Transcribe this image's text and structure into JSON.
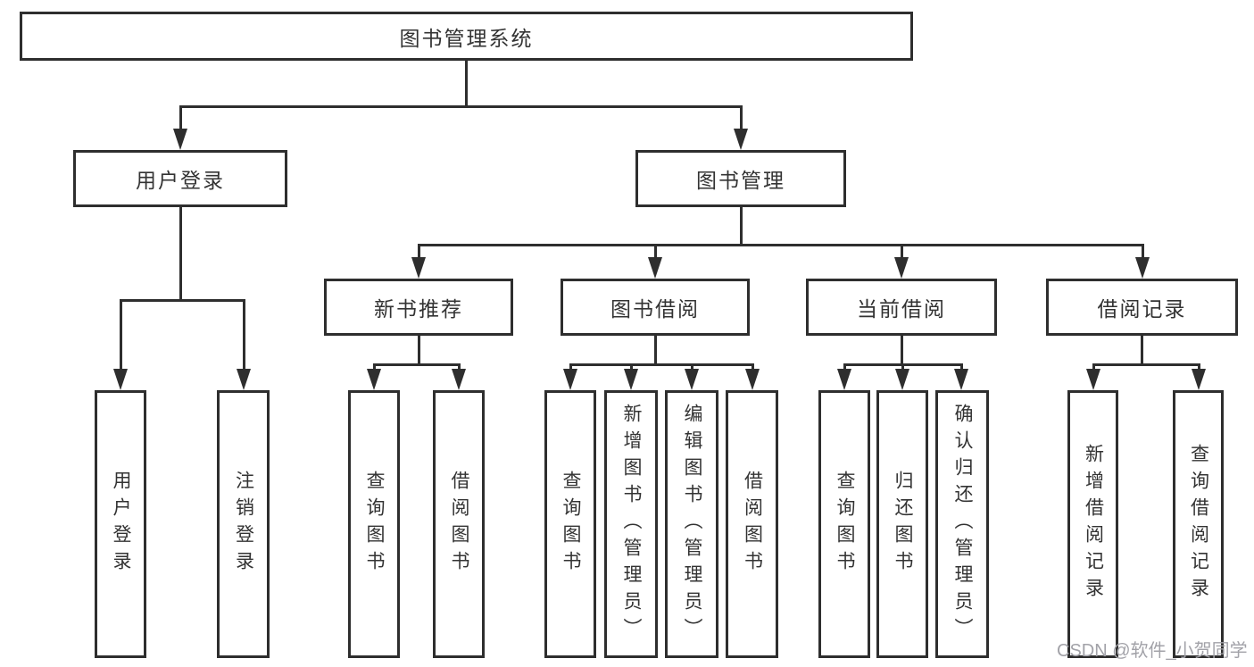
{
  "diagram": {
    "title": "图书管理系统",
    "nodes": {
      "user_login": "用户登录",
      "book_management": "图书管理",
      "new_book_recommend": "新书推荐",
      "book_borrowing": "图书借阅",
      "current_borrowing": "当前借阅",
      "borrow_records": "借阅记录"
    },
    "leaves": {
      "login": "用户登录",
      "logout": "注销登录",
      "rec_query": "查询图书",
      "rec_borrow": "借阅图书",
      "bb_query": "查询图书",
      "bb_add": "新增图书（管理员）",
      "bb_edit": "编辑图书（管理员）",
      "bb_borrow": "借阅图书",
      "cb_query": "查询图书",
      "cb_return": "归还图书",
      "cb_confirm": "确认归还（管理员）",
      "br_add": "新增借阅记录",
      "br_query": "查询借阅记录"
    },
    "watermark": "CSDN @软件_小贺同学",
    "colors": {
      "line": "#2e2e2e",
      "text": "#333333",
      "watermark": "#a2a2a8",
      "background": "#ffffff"
    }
  }
}
